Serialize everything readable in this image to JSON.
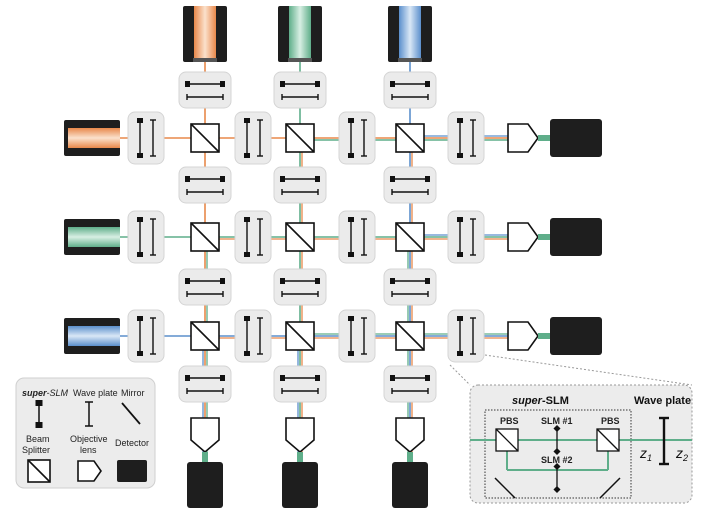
{
  "colors": {
    "orange": "#e8884a",
    "green": "#5fae8a",
    "blue": "#5b8fcc",
    "module_fill": "#ebebeb",
    "inset_fill": "#ececec",
    "detector": "#1e1e1e"
  },
  "legend": {
    "super_slm_prefix": "super",
    "super_slm_suffix": "-SLM",
    "wave_plate": "Wave plate",
    "mirror": "Mirror",
    "beam_splitter_line1": "Beam",
    "beam_splitter_line2": "Splitter",
    "objective_line1": "Objective",
    "objective_line2": "lens",
    "detector": "Detector"
  },
  "inset": {
    "super_slm_prefix": "super",
    "super_slm_suffix": "-SLM",
    "wave_plate_title": "Wave plate",
    "pbs_left": "PBS",
    "pbs_right": "PBS",
    "slm1": "SLM #1",
    "slm2": "SLM #2",
    "z1_base": "z",
    "z1_sub": "1",
    "z2_base": "z",
    "z2_sub": "2"
  },
  "icons": [
    "laser-icon",
    "beam-splitter-icon",
    "wave-plate-icon",
    "super-slm-icon",
    "mirror-icon",
    "objective-lens-icon",
    "detector-icon"
  ]
}
